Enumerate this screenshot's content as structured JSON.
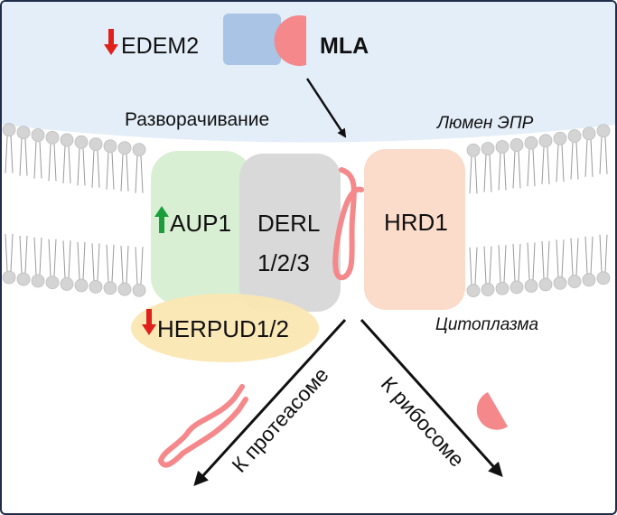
{
  "labels": {
    "edem2": "EDEM2",
    "mla": "MLA",
    "unfolding": "Разворачивание",
    "er_lumen": "Люмен ЭПР",
    "cytoplasm": "Цитоплазма",
    "aup1": "AUP1",
    "derl_line1": "DERL",
    "derl_line2": "1/2/3",
    "hrd1": "HRD1",
    "herpud": "HERPUD1/2",
    "to_proteasome": "К протеасоме",
    "to_ribosome": "К рибосоме"
  },
  "regulation": {
    "edem2": "down",
    "aup1": "up",
    "herpud": "down"
  },
  "colors": {
    "lumen": "#e3eef8",
    "aup1": "#d9efd3",
    "derl": "#d9d9d9",
    "hrd1": "#fbdccb",
    "herpud": "#fbe7b3",
    "edem2": "#a9c4e4",
    "mla": "#f4888a",
    "arrow_down": "#e0201b",
    "arrow_up": "#1b9e3a",
    "lipid_head": "#d4d4d4"
  },
  "icons": [
    "down-arrow-icon",
    "up-arrow-icon",
    "flow-arrow-icon",
    "mla-ribosome-icon"
  ]
}
